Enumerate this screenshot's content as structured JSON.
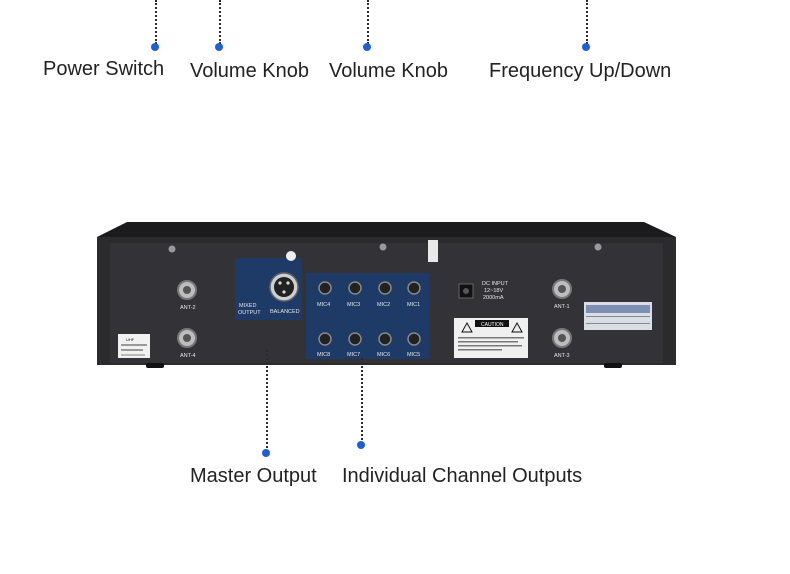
{
  "callouts": {
    "power_switch": "Power Switch",
    "volume_knob_1": "Volume Knob",
    "volume_knob_2": "Volume Knob",
    "frequency": "Frequency Up/Down",
    "master_output": "Master Output",
    "channel_outputs": "Individual Channel Outputs"
  },
  "device": {
    "ant_2": "ANT-2",
    "ant_4": "ANT-4",
    "ant_1": "ANT-1",
    "ant_3": "ANT-3",
    "mixed_output": "MIXED OUTPUT",
    "balanced": "BALANCED",
    "mic_top": [
      "MIC4",
      "MIC3",
      "MIC2",
      "MIC1"
    ],
    "mic_bottom": [
      "MIC8",
      "MIC7",
      "MIC6",
      "MIC5"
    ],
    "dc_input": "DC INPUT",
    "dc_volt": "12~18V",
    "dc_current": "2000mA",
    "caution": "CAUTION",
    "uhf": "UHF"
  },
  "colors": {
    "dot": "#1f5fd6",
    "panel_blue": "#1e3a66",
    "chassis": "#2a2a2c"
  }
}
